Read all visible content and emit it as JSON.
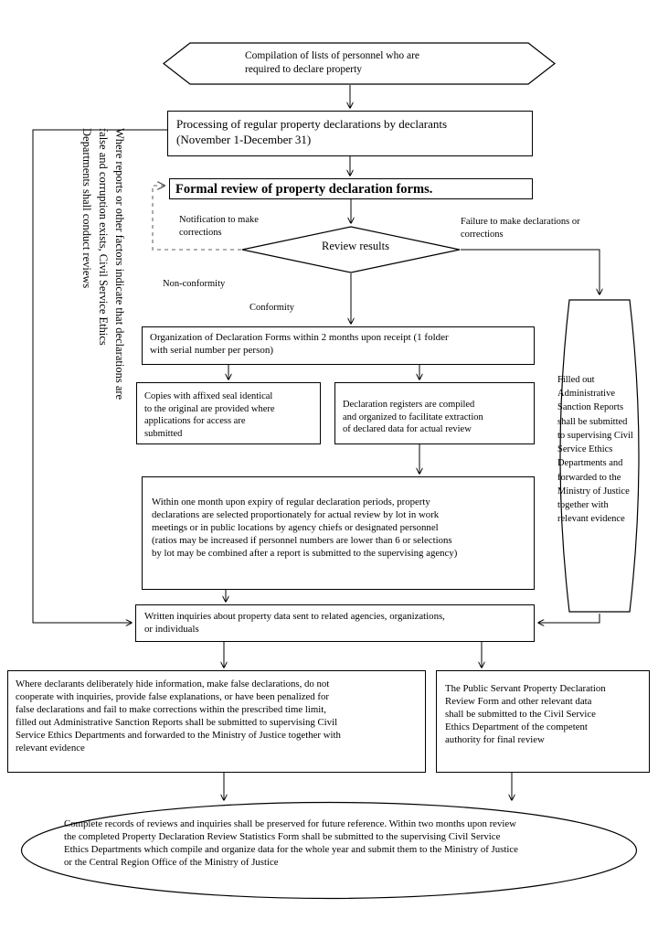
{
  "diagram": {
    "title": "Public Servant Property Declaration Review Flowchart",
    "stroke_color": "#000000",
    "background_color": "#ffffff",
    "dashed_stroke_color": "#808080"
  },
  "nodes": {
    "compilation": {
      "shape": "hexagon",
      "text": "Compilation of lists of personnel who are\nrequired to declare property"
    },
    "processing": {
      "shape": "rectangle",
      "text": "Processing of regular property declarations by declarants\n(November 1-December 31)"
    },
    "formal_review": {
      "shape": "rectangle",
      "text": "Formal review of property declaration forms."
    },
    "review_results": {
      "shape": "diamond",
      "text": "Review results"
    },
    "organization": {
      "shape": "rectangle",
      "text": "Organization of Declaration Forms within 2 months upon receipt (1 folder\nwith serial number per person)"
    },
    "copies": {
      "shape": "rectangle",
      "text": "Copies with affixed seal identical\nto the original  are provided where\napplications for access are\nsubmitted"
    },
    "registers": {
      "shape": "rectangle",
      "text": "Declaration registers  are compiled\nand organized to facilitate extraction\nof declared data for actual review"
    },
    "within_one_month": {
      "shape": "rectangle",
      "text": "Within one month upon expiry of regular  declaration periods, property\ndeclarations are selected proportionately for actual review  by lot in work\nmeetings or in public locations by agency chiefs or  designated personnel\n(ratios may be increased if personnel numbers are lower  than 6 or selections\nby lot may be combined after a report is submitted to the  supervising agency)"
    },
    "filled_out": {
      "shape": "lens",
      "text": "Filled out\nAdministrative\nSanction Reports\nshall be submitted\nto supervising Civil\nService Ethics\nDepartments and\nforwarded to the\nMinistry of Justice\ntogether with\nrelevant evidence"
    },
    "written_inquiries": {
      "shape": "rectangle",
      "text": "Written inquiries  about property data sent to related agencies,  organizations,\nor individuals"
    },
    "where_declarants": {
      "shape": "rectangle",
      "text": "Where declarants deliberately hide information, make false declarations, do not\ncooperate with inquiries,  provide false explanations, or have been penalized for\nfalse declarations and fail to make corrections within  the prescribed time limit,\nfilled out Administrative Sanction Reports shall be  submitted to supervising Civil\nService Ethics Departments and forwarded to the Ministry of Justice  together with\nrelevant evidence"
    },
    "public_servant_form": {
      "shape": "rectangle",
      "text": "The Public Servant Property Declaration\nReview Form  and other relevant data\nshall be submitted to the Civil Service\nEthics Department of the competent\nauthority for final review"
    },
    "complete_records": {
      "shape": "ellipse",
      "text": "Complete records of reviews  and inquiries  shall be preserved for future reference.  Within  two months upon review\nthe completed Property Declaration Review Statistics Form  shall be submitted to the supervising Civil Service\nEthics Departments which compile  and organize  data for the whole  year and submit them to the Ministry of Justice\nor the Central Region Office of the Ministry  of Justice"
    },
    "side_note": {
      "shape": "rotated-text",
      "text": "Where reports or other factors indicate that declarations are\nfalse and corruption exists, Civil Service Ethics\nDepartments shall conduct reviews"
    }
  },
  "edge_labels": {
    "notification": "Notification to make\ncorrections",
    "failure": "Failure to make declarations or\ncorrections",
    "non_conformity": "Non-conformity",
    "conformity": "Conformity"
  }
}
